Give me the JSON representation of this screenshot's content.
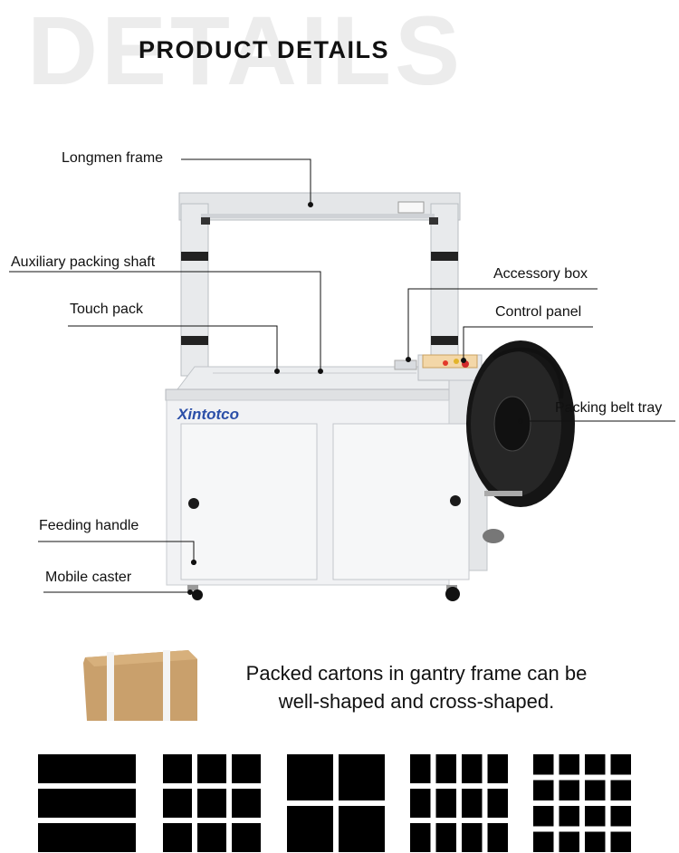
{
  "header": {
    "watermark": "DETAILS",
    "title": "PRODUCT DETAILS"
  },
  "labels": {
    "longmen_frame": "Longmen frame",
    "auxiliary_shaft": "Auxiliary packing shaft",
    "touch_pack": "Touch pack",
    "feeding_handle": "Feeding handle",
    "mobile_caster": "Mobile caster",
    "accessory_box": "Accessory box",
    "control_panel": "Control panel",
    "packing_belt_tray": "Packing belt tray"
  },
  "machine": {
    "brand": "Xintotco",
    "colors": {
      "body": "#f1f2f4",
      "frame": "#e6e8ea",
      "tray": "#151515",
      "outline": "#c9ccd0"
    }
  },
  "caption": {
    "line1": "Packed cartons in gantry frame can be",
    "line2": "well-shaped and cross-shaped."
  },
  "patterns": [
    {
      "rows": 3,
      "cols": 1
    },
    {
      "rows": 3,
      "cols": 3
    },
    {
      "rows": 2,
      "cols": 2
    },
    {
      "rows": 3,
      "cols": 4
    },
    {
      "rows": 4,
      "cols": 4
    }
  ],
  "box_color": "#c9a06c"
}
